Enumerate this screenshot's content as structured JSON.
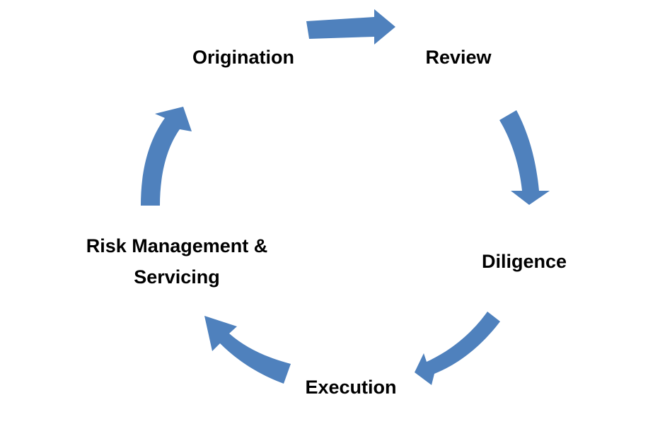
{
  "cycle": {
    "arrow_color": "#4f81bd",
    "stages": {
      "origination": "Origination",
      "review": "Review",
      "diligence": "Diligence",
      "execution": "Execution",
      "risk_line1": "Risk Management &",
      "risk_line2": "Servicing"
    }
  }
}
